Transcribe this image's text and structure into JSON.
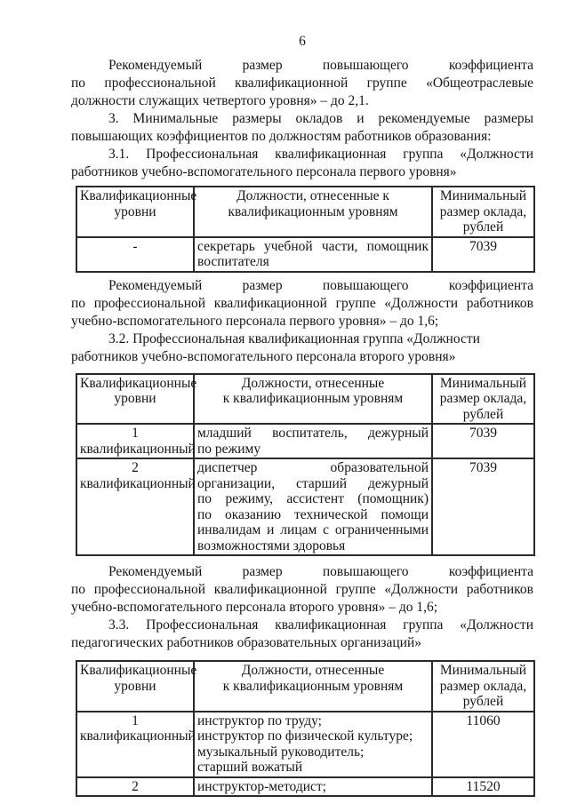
{
  "page_number": "6",
  "paragraphs": [
    {
      "lines": [
        "Рекомендуемый размер повышающего коэффициента",
        "по профессиональной квалификационной группе «Общеотраслевые",
        "должности служащих четвертого уровня» – до 2,1."
      ]
    },
    {
      "lines": [
        "3. Минимальные размеры окладов и рекомендуемые размеры",
        "повышающих коэффициентов по должностям работников образования:"
      ]
    },
    {
      "lines": [
        "3.1. Профессиональная квалификационная группа «Должности",
        "работников учебно-вспомогательного персонала первого уровня»"
      ]
    },
    {
      "lines": [
        "Рекомендуемый размер повышающего коэффициента",
        "по профессиональной квалификационной группе «Должности работников",
        "учебно-вспомогательного персонала первого уровня» – до 1,6;"
      ]
    },
    {
      "lines": [
        "3.2. Профессиональная квалификационная группа «Должности",
        "работников учебно-вспомогательного персонала второго уровня»"
      ]
    },
    {
      "lines": [
        "Рекомендуемый размер повышающего коэффициента",
        "по профессиональной квалификационной группе «Должности работников",
        "учебно-вспомогательного персонала второго уровня» – до 1,6;"
      ]
    },
    {
      "lines": [
        "3.3. Профессиональная квалификационная группа «Должности",
        "педагогических работников образовательных организаций»"
      ]
    }
  ],
  "tables": [
    {
      "header": {
        "c1": "Квалификационные\nуровни",
        "c2": "Должности, отнесенные к\nквалификационным уровням",
        "c3": "Минимальный\nразмер оклада,\nрублей"
      },
      "rows": [
        {
          "level": "-",
          "positions": [
            "секретарь учебной части, помощник",
            "воспитателя"
          ],
          "salary": "7039"
        }
      ]
    },
    {
      "header": {
        "c1": "Квалификационные\nуровни",
        "c2": "Должности, отнесенные\nк квалификационным уровням",
        "c3": "Минимальный\nразмер оклада,\nрублей"
      },
      "rows": [
        {
          "level": "1\nквалификационный",
          "positions": [
            "младший воспитатель, дежурный",
            "по режиму"
          ],
          "salary": "7039"
        },
        {
          "level": "2\nквалификационный",
          "positions": [
            "диспетчер образовательной",
            "организации, старший дежурный",
            "по режиму, ассистент (помощник)",
            "по оказанию технической помощи",
            "инвалидам и лицам с ограниченными",
            "возможностями здоровья"
          ],
          "salary": "7039"
        }
      ]
    },
    {
      "header": {
        "c1": "Квалификационные\nуровни",
        "c2": "Должности, отнесенные\nк квалификационным уровням",
        "c3": "Минимальный\nразмер оклада,\nрублей"
      },
      "rows": [
        {
          "level": "1\nквалификационный",
          "positions": [
            "инструктор по труду;",
            "инструктор по физической культуре;",
            "музыкальный руководитель;",
            "старший вожатый"
          ],
          "salary": "11060"
        },
        {
          "level": "2",
          "positions": [
            "инструктор-методист;"
          ],
          "salary": "11520"
        }
      ]
    }
  ]
}
